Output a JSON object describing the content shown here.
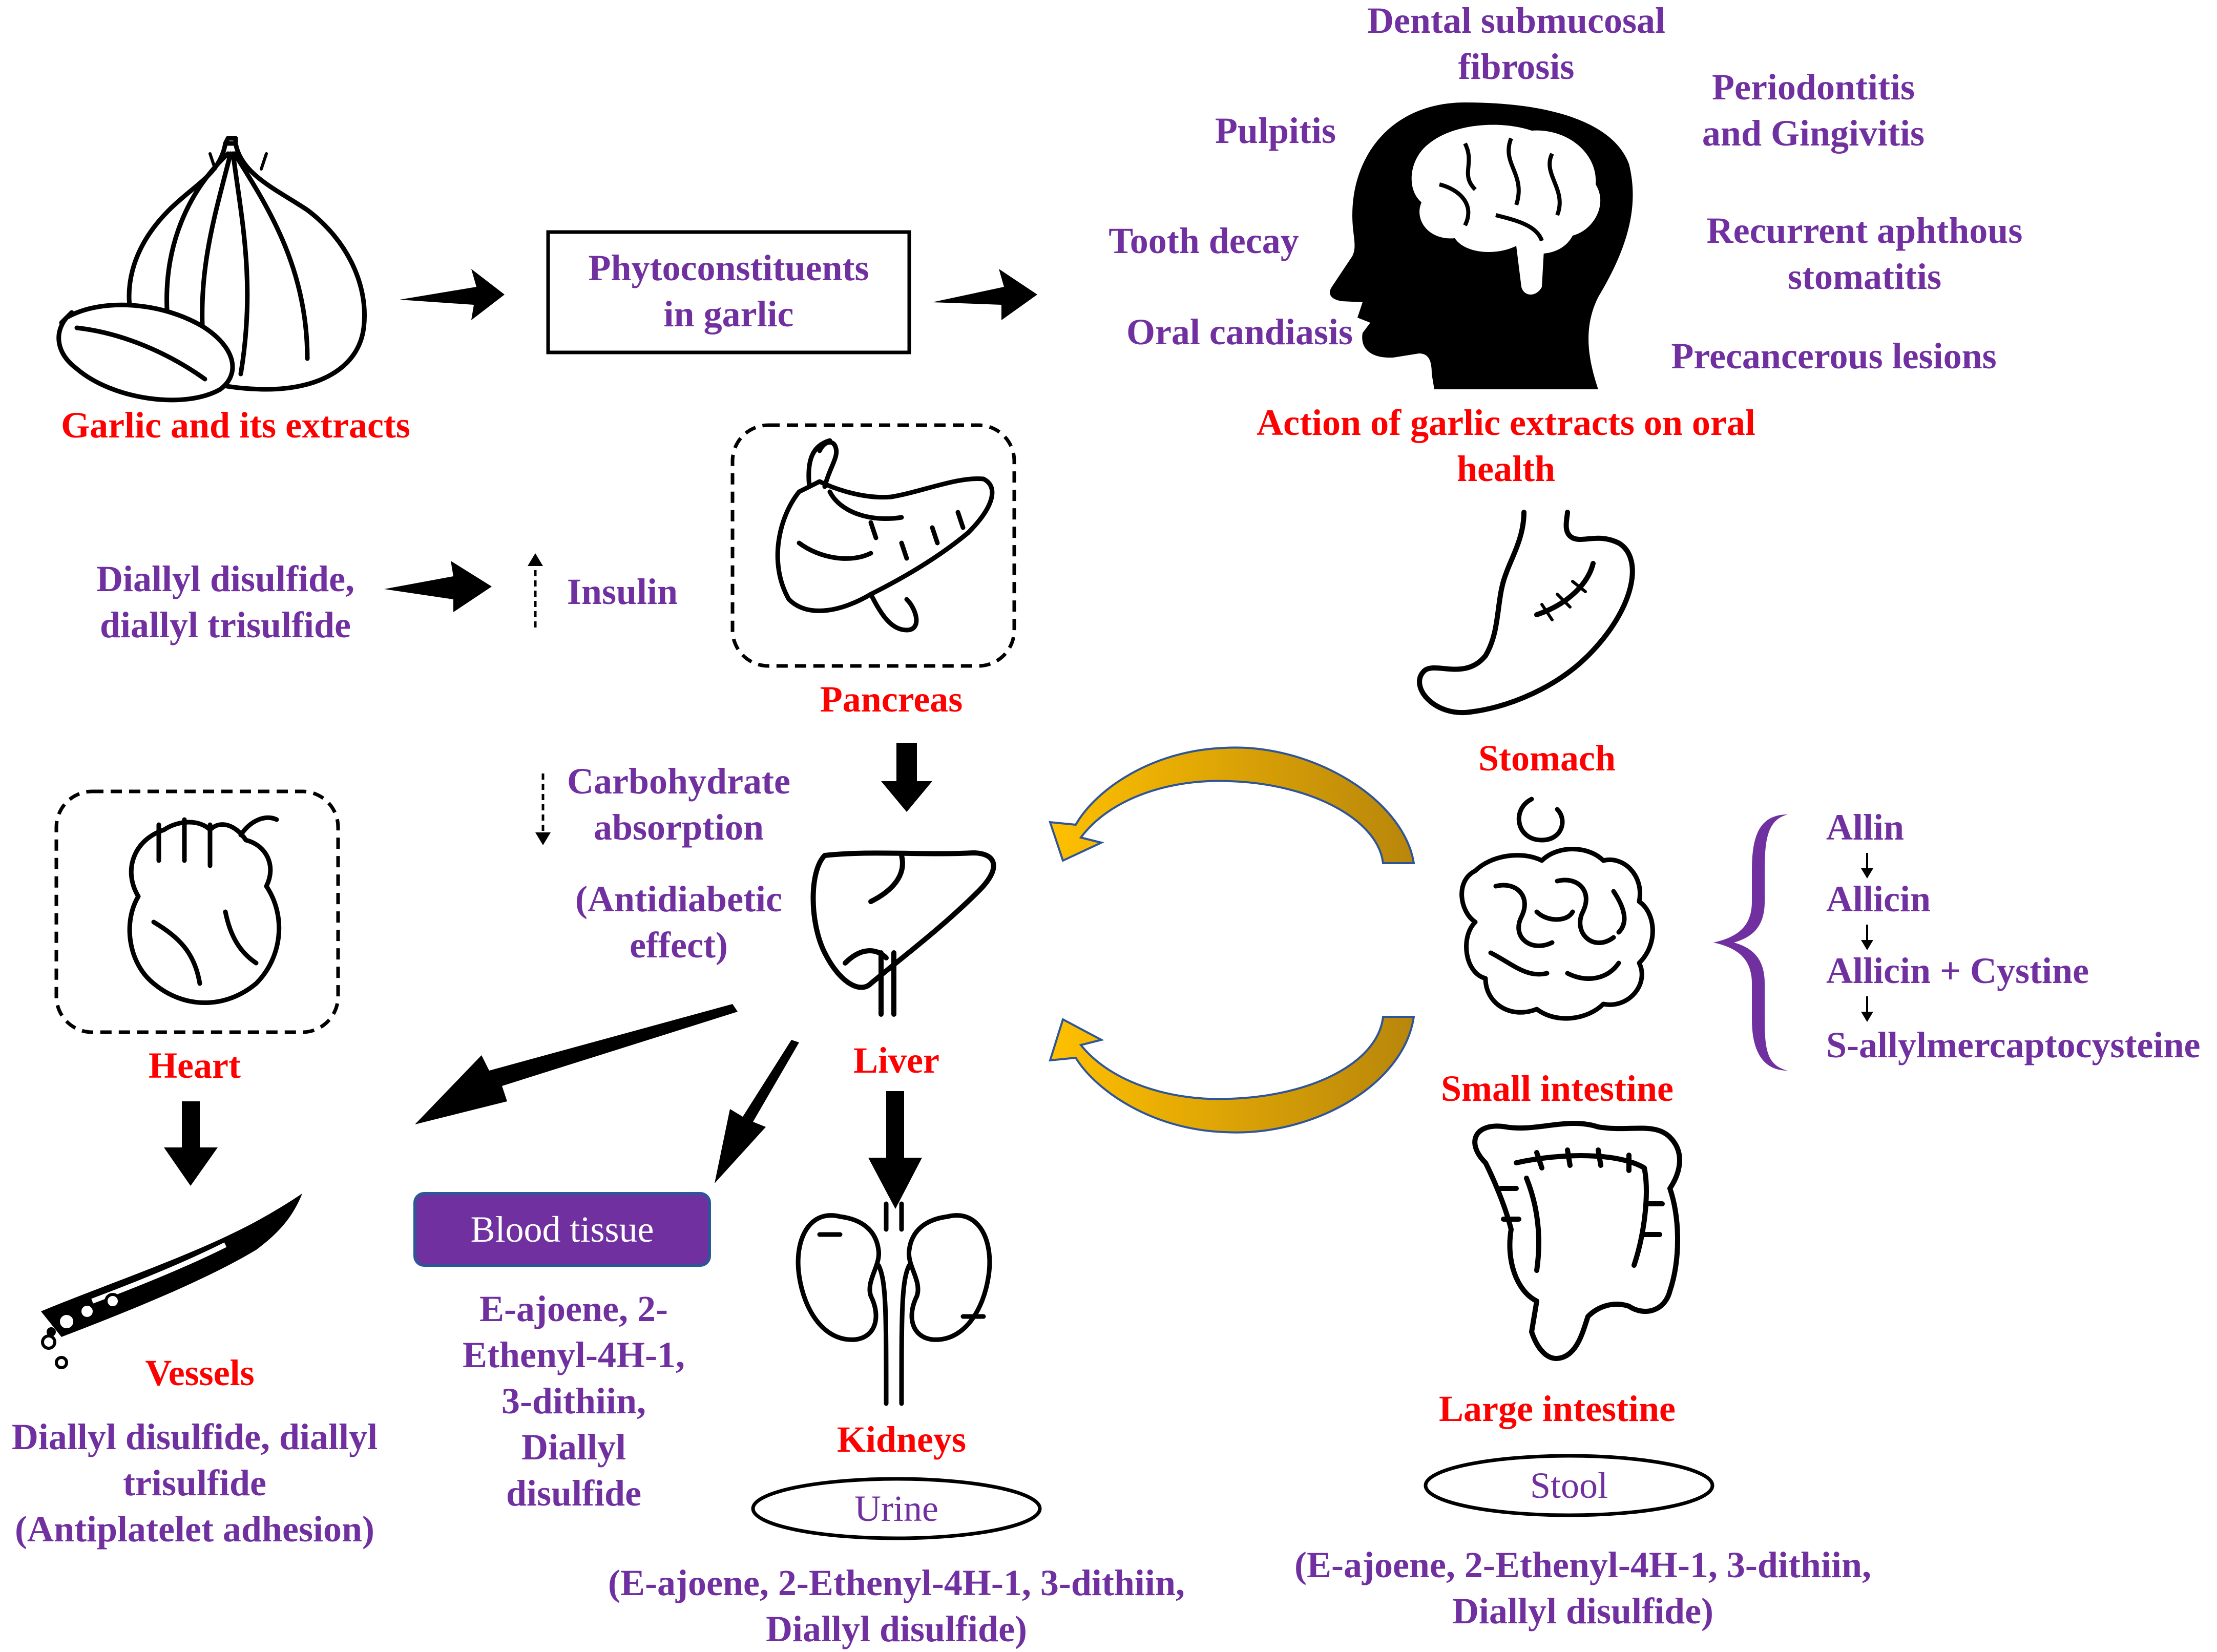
{
  "colors": {
    "purple": "#7030a0",
    "red": "#ff0000",
    "gold": "#ffc000",
    "gold_edge": "#2f5597",
    "box_purple": "#7030a0"
  },
  "nodes": {
    "garlic_label": "Garlic and its extracts",
    "phyto_box": "Phytoconstituents\nin garlic",
    "oral_caption": "Action of garlic extracts on oral\nhealth",
    "pancreas_label": "Pancreas",
    "stomach_label": "Stomach",
    "heart_label": "Heart",
    "liver_label": "Liver",
    "small_intestine_label": "Small intestine",
    "large_intestine_label": "Large intestine",
    "vessels_label": "Vessels",
    "kidneys_label": "Kidneys",
    "blood_tissue_box": "Blood tissue",
    "urine_box": "Urine",
    "stool_box": "Stool"
  },
  "oral_conditions": {
    "dental_submucosal": "Dental submucosal\nfibrosis",
    "pulpitis": "Pulpitis",
    "periodontitis": "Periodontitis\nand Gingivitis",
    "tooth_decay": "Tooth  decay",
    "recurrent_aphthous": "Recurrent aphthous\nstomatitis",
    "oral_candiasis": "Oral candiasis",
    "precancerous": "Precancerous lesions"
  },
  "effects": {
    "diallyl_compounds": "Diallyl disulfide,\ndiallyl trisulfide",
    "insulin": "Insulin",
    "carbohydrate": "Carbohydrate\nabsorption",
    "antidiabetic": "(Antidiabetic\neffect)",
    "vessels_effect": "Diallyl disulfide, diallyl\ntrisulfide\n(Antiplatelet adhesion)",
    "blood_compounds": "E-ajoene, 2-\nEthenyl-4H-1,\n3-dithiin,\nDiallyl\ndisulfide",
    "urine_compounds": "(E-ajoene, 2-Ethenyl-4H-1, 3-dithiin,\nDiallyl disulfide)",
    "stool_compounds": "(E-ajoene, 2-Ethenyl-4H-1, 3-dithiin,\nDiallyl disulfide)"
  },
  "metabolism_chain": [
    "Allin",
    "Allicin",
    "Allicin + Cystine",
    "S-allylmercaptocysteine"
  ],
  "icons": [
    "garlic-icon",
    "head-brain-icon",
    "pancreas-icon",
    "stomach-icon",
    "heart-icon",
    "liver-icon",
    "small-intestine-icon",
    "large-intestine-icon",
    "blood-vessel-icon",
    "kidneys-icon"
  ]
}
